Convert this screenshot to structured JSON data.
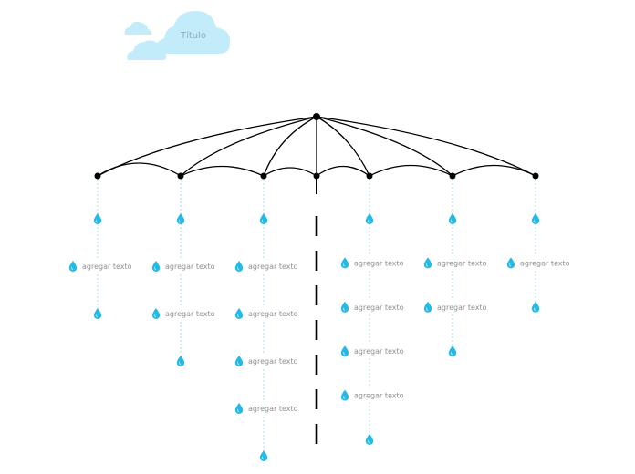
{
  "title": "Título",
  "item_label": "agregar texto",
  "colors": {
    "cloud": "#c3ecfb",
    "drop": "#25b9e6",
    "connector": "#a8dcee",
    "frame": "#000000",
    "label": "#8f8f8f"
  },
  "ribs": [
    {
      "items": [
        "drop",
        "label",
        "drop"
      ]
    },
    {
      "items": [
        "drop",
        "label",
        "label",
        "drop"
      ]
    },
    {
      "items": [
        "drop",
        "label",
        "label",
        "label",
        "label",
        "drop"
      ]
    },
    {
      "items": [
        "handle"
      ]
    },
    {
      "items": [
        "drop",
        "label",
        "label",
        "label",
        "label",
        "drop"
      ]
    },
    {
      "items": [
        "drop",
        "label",
        "label",
        "drop"
      ]
    },
    {
      "items": [
        "drop",
        "label",
        "drop"
      ]
    }
  ]
}
